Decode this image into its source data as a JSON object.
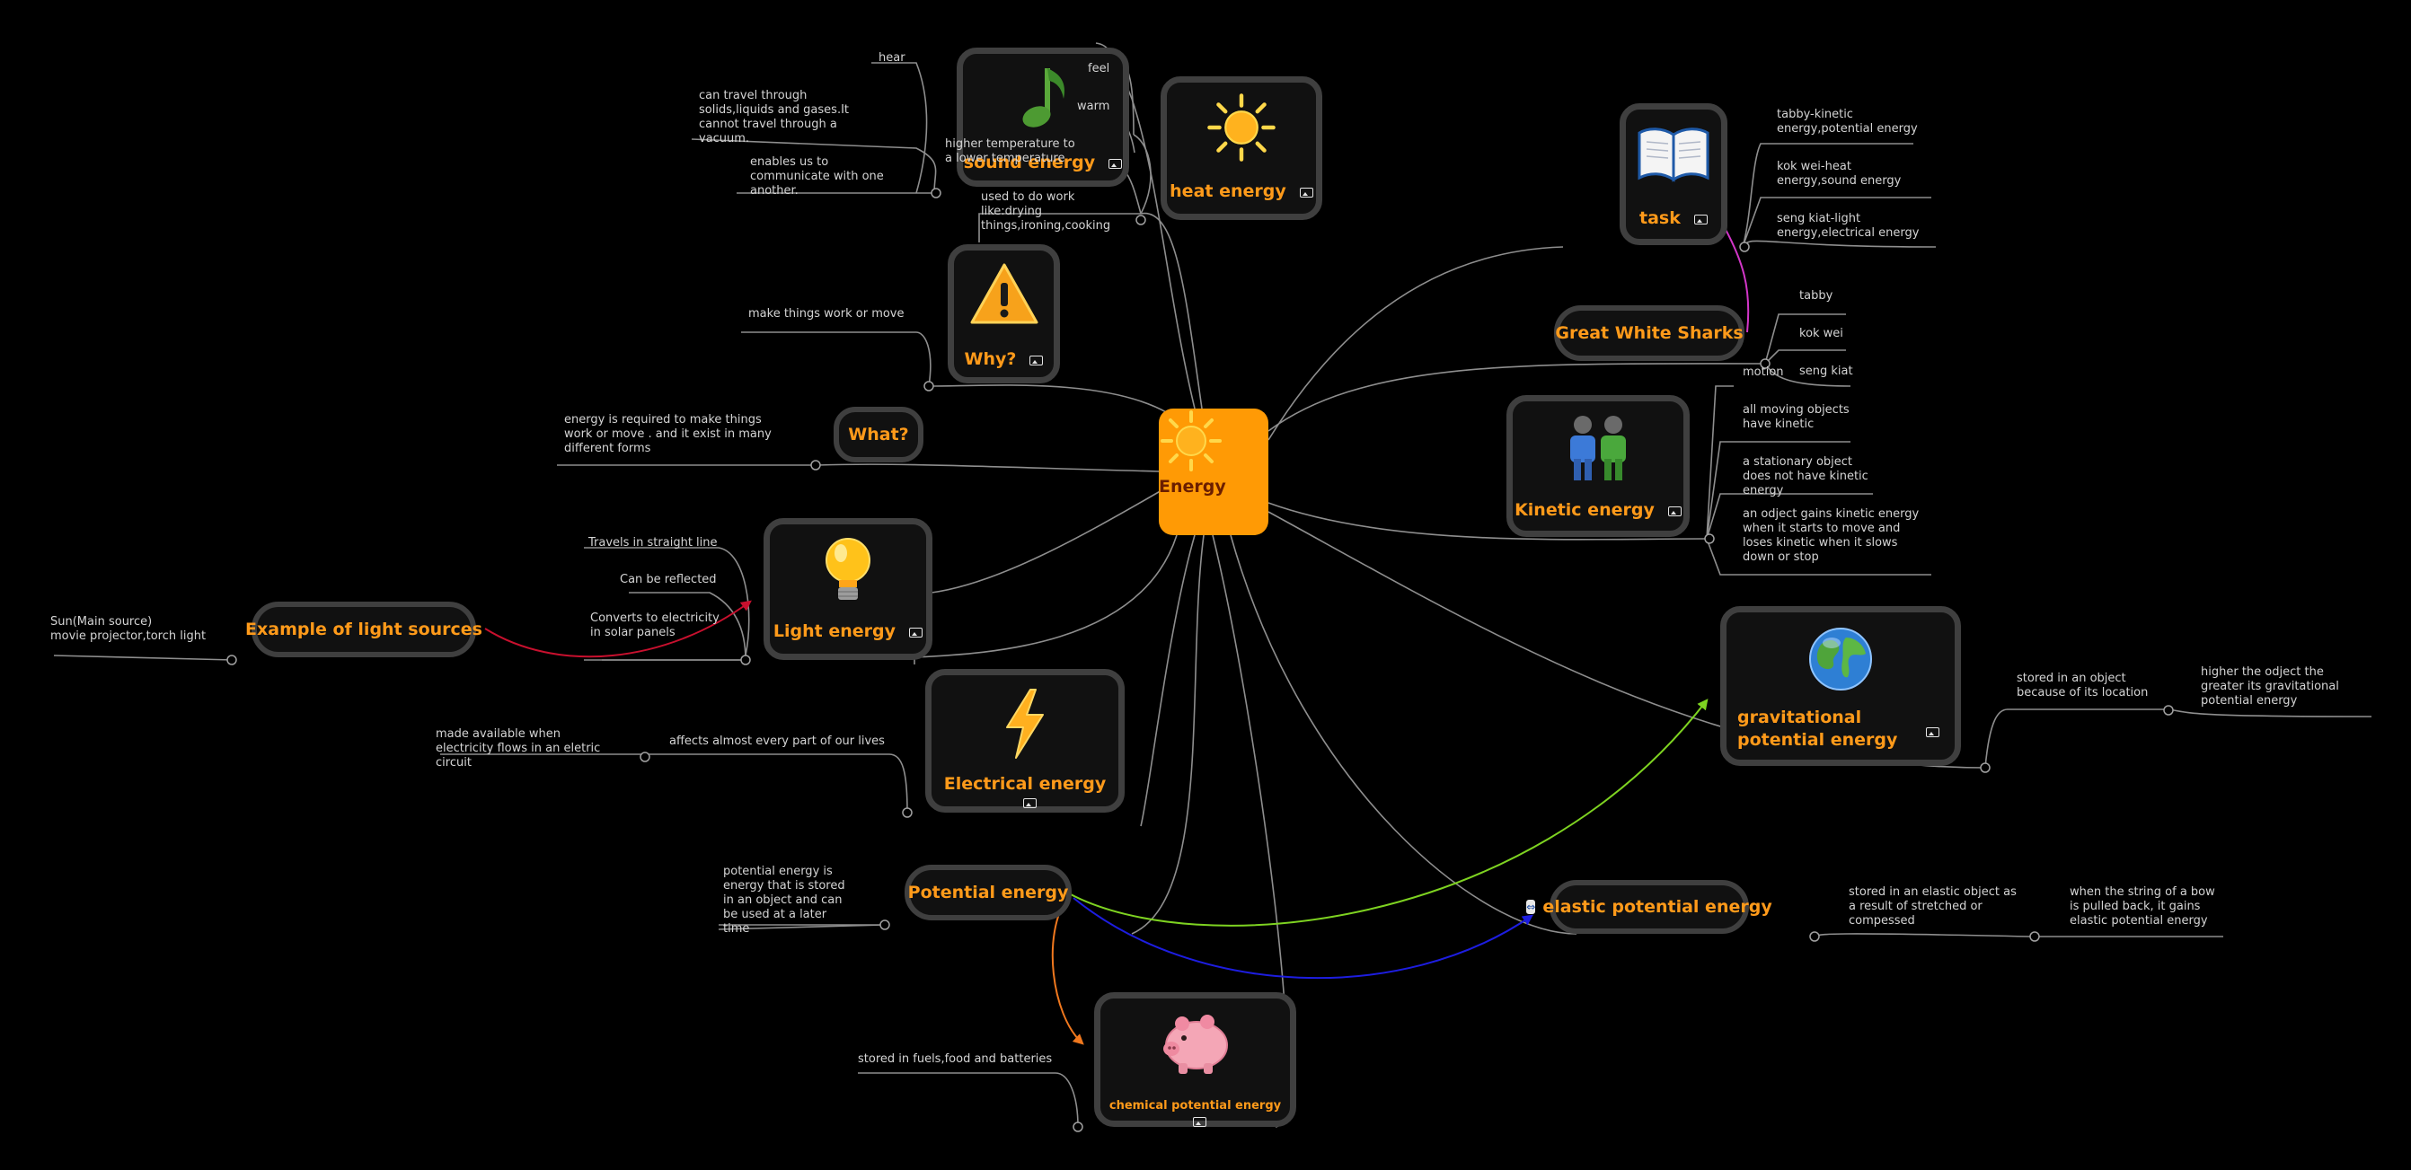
{
  "colors": {
    "background": "#000000",
    "node_title": "#ff9a1a",
    "center_fill": "#ff9a05",
    "branch": "#9a9a9a",
    "arrow_red": "#c8102e",
    "arrow_green": "#7ed321",
    "arrow_blue": "#1d1de0",
    "arrow_orange": "#f0781e",
    "arrow_magenta": "#d236c8"
  },
  "center": {
    "title": "Energy",
    "icon": "sun-icon"
  },
  "nodes": {
    "sound": {
      "title": "sound energy",
      "icon": "music-note-icon"
    },
    "heat": {
      "title": "heat energy",
      "icon": "sun-icon"
    },
    "why": {
      "title": "Why?",
      "icon": "warning-icon"
    },
    "what": {
      "title": "What?"
    },
    "light": {
      "title": "Light energy",
      "icon": "light-bulb-icon"
    },
    "light_sources": {
      "title": "Example of light sources"
    },
    "electrical": {
      "title": "Electrical energy",
      "icon": "lightning-icon"
    },
    "potential": {
      "title": "Potential energy"
    },
    "chemical": {
      "title": "chemical potential energy",
      "icon": "piggy-bank-icon"
    },
    "task": {
      "title": "task",
      "icon": "book-icon"
    },
    "sharks": {
      "title": "Great White Sharks"
    },
    "kinetic": {
      "title": "Kinetic energy",
      "icon": "people-icon"
    },
    "gravitational": {
      "title": "gravitational potential energy",
      "icon": "globe-icon"
    },
    "elastic": {
      "title": "elastic potential energy",
      "icon": "double-arrow-icon"
    }
  },
  "labels": {
    "hear": "hear",
    "travel": "can travel through solids,liquids and gases.It cannot travel through a vacuum.",
    "communicate": "enables us to communicate with one another.",
    "feel": "feel",
    "warm": "warm",
    "higher_temp": "higher temperature to a lower temperature",
    "work_like": "used to do work like:drying things,ironing,cooking",
    "make_work": "make things work or move",
    "required": "energy is required to make things work or move . and it exist in many different forms",
    "straight": "Travels in straight line",
    "reflected": "Can be reflected",
    "solar": "Converts to electricity in solar panels",
    "sun_source": "Sun(Main source)\nmovie projector,torch light",
    "affects": "affects almost every part of our lives",
    "made_available": "made available when electricity flows in an eletric circuit",
    "potential_def": "potential energy is energy that is stored in an object and can be used at a later time",
    "fuels": "stored in fuels,food and batteries",
    "tabby_task": "tabby-kinetic energy,potential energy",
    "kokwei_task": "kok wei-heat energy,sound energy",
    "sengkiat_task": "seng kiat-light energy,electrical energy",
    "tabby": "tabby",
    "kokwei": "kok wei",
    "sengkiat": "seng kiat",
    "motion": "motion",
    "moving": "all moving objects have kinetic",
    "stationary": "a stationary object does not have kinetic energy",
    "gains": "an odject gains kinetic energy when it starts to move and loses kinetic when it slows down or stop",
    "location": "stored in an object because of its location",
    "higher_object": "higher the odject the greater its gravitational potential energy",
    "elastic_def": "stored in an elastic object as a result of stretched or compessed",
    "bow": "when the string of a bow is pulled back, it gains elastic potential energy"
  }
}
